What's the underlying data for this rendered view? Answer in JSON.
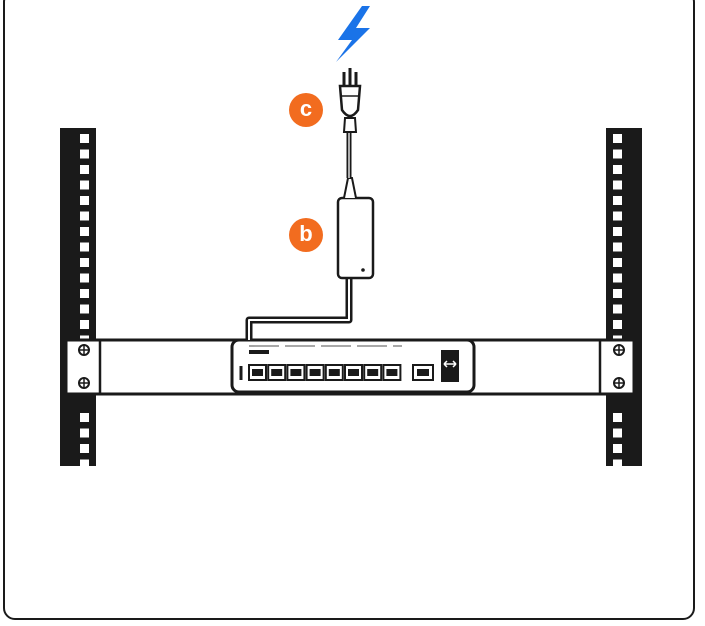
{
  "colors": {
    "accent": "#f26c1f",
    "lightning": "#1a73e8",
    "line": "#1a1a1a",
    "fill": "#ffffff"
  },
  "icons": {
    "power": "lightning-bolt-icon",
    "plug": "power-plug-icon"
  },
  "callouts": [
    {
      "label": "c",
      "target": "power-plug"
    },
    {
      "label": "b",
      "target": "power-adapter"
    }
  ],
  "switch": {
    "rj45_ports": 8,
    "uplink_ports": 1,
    "sfp_ports": 1
  }
}
